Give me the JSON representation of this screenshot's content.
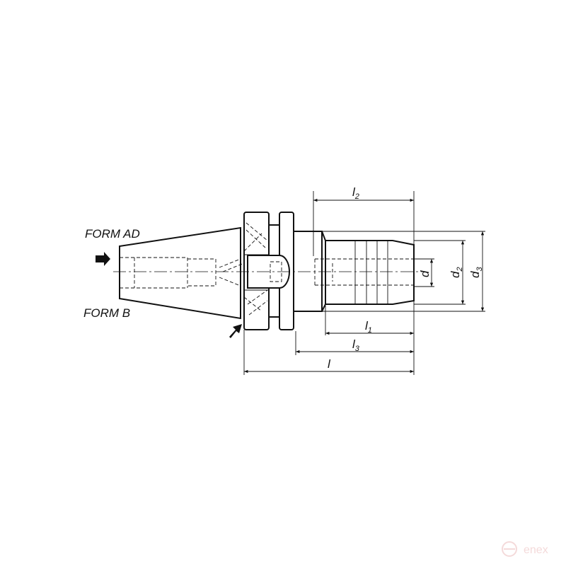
{
  "labels": {
    "form_ad": "FORM AD",
    "form_b": "FORM B"
  },
  "dimensions": {
    "l": "l",
    "l1": "l",
    "l1_sub": "1",
    "l2": "l",
    "l2_sub": "2",
    "l3": "l",
    "l3_sub": "3",
    "d": "d",
    "d2": "d",
    "d2_sub": "2",
    "d3": "d",
    "d3_sub": "3"
  },
  "watermark": {
    "text": "enex",
    "color": "#f3d6d6"
  },
  "colors": {
    "line": "#111111",
    "background": "#ffffff"
  }
}
